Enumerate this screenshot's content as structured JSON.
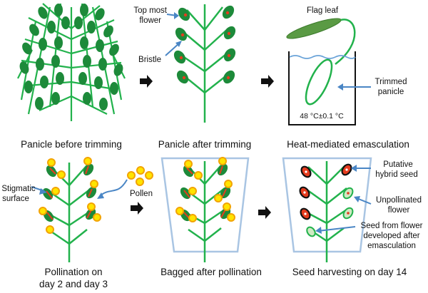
{
  "captions": {
    "before_trimming": "Panicle before trimming",
    "after_trimming": "Panicle after trimming",
    "heat_emasculation": "Heat-mediated emasculation",
    "pollination_line1": "Pollination on",
    "pollination_line2": "day 2 and day 3",
    "bagged": "Bagged after pollination",
    "harvesting": "Seed harvesting on day 14"
  },
  "annotations": {
    "top_flower_line1": "Top most",
    "top_flower_line2": "flower",
    "bristle": "Bristle",
    "flag_leaf": "Flag leaf",
    "trimmed_line1": "Trimmed",
    "trimmed_line2": "panicle",
    "temperature": "48 °C±0.1 °C",
    "stigmatic_line1": "Stigmatic",
    "stigmatic_line2": "surface",
    "pollen": "Pollen",
    "hybrid_line1": "Putative",
    "hybrid_line2": "hybrid seed",
    "unpollinated_line1": "Unpollinated",
    "unpollinated_line2": "flower",
    "seed_line1": "Seed from flower",
    "seed_line2": "developed after",
    "seed_line3": "emasculation"
  },
  "colors": {
    "panicle_green": "#22b24c",
    "flower_dark": "#1d8a3a",
    "stigma_red": "#e53c1e",
    "pollen_yellow": "#ffe400",
    "pollen_orange": "#f2a300",
    "arrow_blue": "#4a86c5",
    "bag_outline": "#a9c5e3",
    "water_line": "#6aa3d8"
  }
}
